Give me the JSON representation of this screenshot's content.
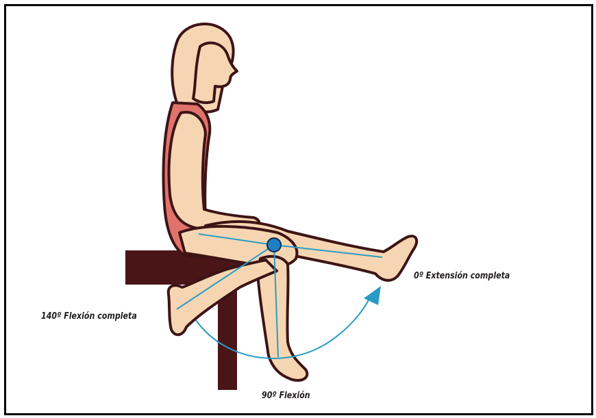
{
  "labels": {
    "extension": "0º Extensión completa",
    "full_flexion": "140º Flexión completa",
    "flexion_90": "90º Flexión"
  },
  "colors": {
    "skin": "#f6d6b2",
    "outline": "#3d1416",
    "hair": "#f6d6b2",
    "leotard": "#e0736c",
    "stool": "#4a1517",
    "line": "#2a9bc4",
    "knee": "#1f7fc4",
    "border": "#000000"
  },
  "icons": {
    "knee_joint": "circle-marker",
    "motion_arrow": "curved-arrow"
  }
}
